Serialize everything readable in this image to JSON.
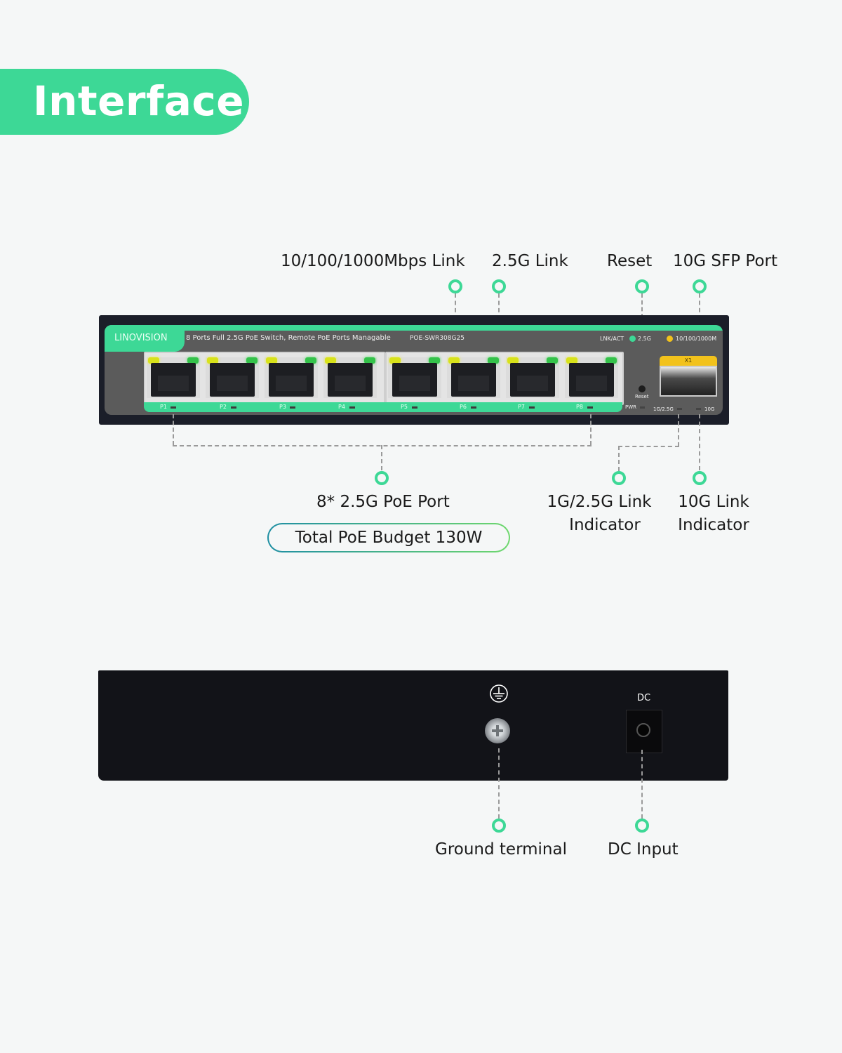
{
  "header": {
    "title": "Interface"
  },
  "front_callouts_top": [
    {
      "label": "10/100/1000Mbps Link"
    },
    {
      "label": "2.5G Link"
    },
    {
      "label": "Reset"
    },
    {
      "label": "10G SFP Port"
    }
  ],
  "front_panel": {
    "brand": "LINOVISION",
    "description": "8 Ports Full 2.5G PoE Switch, Remote PoE Ports Managable",
    "model": "POE-SWR308G25",
    "legend_lnk_act": "LNK/ACT",
    "legend_2_5g": "2.5G",
    "legend_10_100_1000": "10/100/1000M",
    "ports": [
      "P1",
      "P2",
      "P3",
      "P4",
      "P5",
      "P6",
      "P7",
      "P8"
    ],
    "reset_label": "Reset",
    "pwr_label": "PWR",
    "sfp_label": "X1",
    "sfp_led_1g": "1G/2.5G",
    "sfp_led_10g": "10G",
    "colors": {
      "accent": "#3dd896",
      "led_yellow": "#d8e21a",
      "led_green": "#34c24a",
      "sfp_cap": "#f2c21c"
    }
  },
  "front_callouts_bottom": {
    "poe_ports": "8* 2.5G PoE Port",
    "poe_budget": "Total PoE Budget 130W",
    "link_1g_line1": "1G/2.5G Link",
    "link_1g_line2": "Indicator",
    "link_10g_line1": "10G Link",
    "link_10g_line2": "Indicator"
  },
  "rear_panel": {
    "dc_label": "DC",
    "ground_icon": "ground-symbol"
  },
  "rear_callouts": {
    "ground": "Ground terminal",
    "dc_input": "DC Input"
  }
}
